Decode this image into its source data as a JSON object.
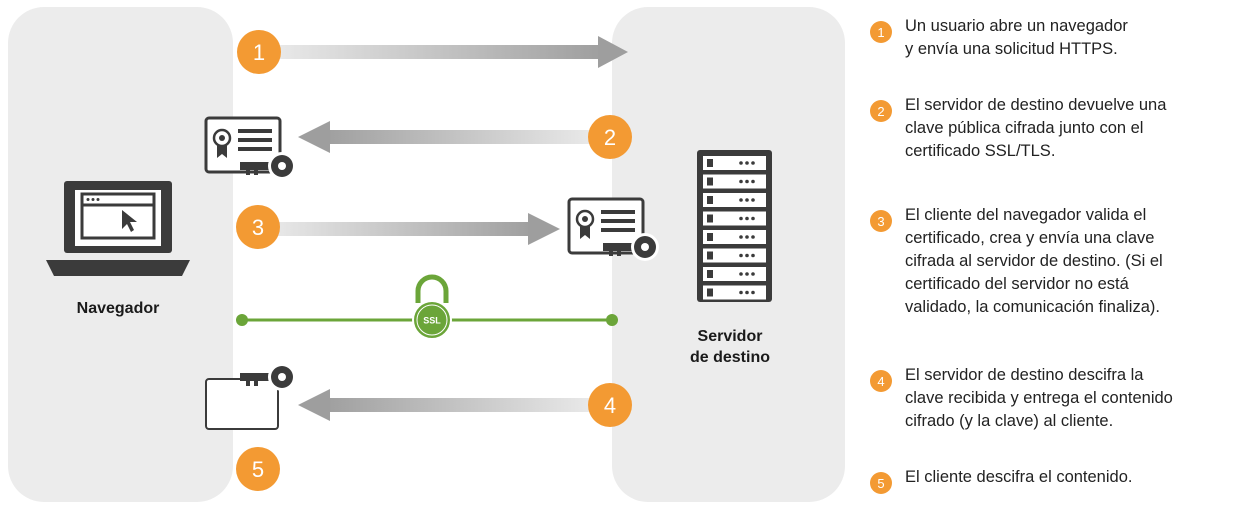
{
  "labels": {
    "browser": "Navegador",
    "server_line1": "Servidor",
    "server_line2": "de destino",
    "ssl": "SSL"
  },
  "flow_steps": [
    {
      "number": "1",
      "direction": "right"
    },
    {
      "number": "2",
      "direction": "left"
    },
    {
      "number": "3",
      "direction": "right"
    },
    {
      "number": "4",
      "direction": "left"
    },
    {
      "number": "5",
      "direction": "none"
    }
  ],
  "legend": [
    {
      "number": "1",
      "text": "Un usuario abre un navegador\ny envía una solicitud HTTPS."
    },
    {
      "number": "2",
      "text": "El servidor de destino devuelve una\nclave pública cifrada junto con el\ncertificado SSL/TLS."
    },
    {
      "number": "3",
      "text": "El cliente del navegador valida el\ncertificado, crea y envía una clave\ncifrada al servidor de destino. (Si el\ncertificado del servidor no está\nvalidado, la comunicación finaliza)."
    },
    {
      "number": "4",
      "text": "El servidor de destino descifra la\nclave recibida y entrega el contenido\ncifrado (y la clave) al cliente."
    },
    {
      "number": "5",
      "text": "El cliente descifra el contenido."
    }
  ],
  "colors": {
    "panel": "#ececec",
    "badge": "#f39a33",
    "arrow": "#a9a9a9",
    "secure_line": "#6ba539",
    "icon": "#3b3b3b"
  }
}
